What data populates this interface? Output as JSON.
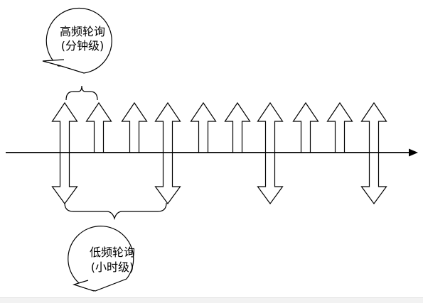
{
  "bubble_high": {
    "line1": "高频轮询",
    "line2": "(分钟级)"
  },
  "bubble_low": {
    "line1": "低频轮询",
    "line2": "(小时级)"
  },
  "colors": {
    "stroke": "#000000",
    "background": "#ffffff"
  },
  "icons": {
    "up_arrow": "block-arrow-up",
    "down_arrow": "block-arrow-down",
    "brace": "curly-brace"
  }
}
